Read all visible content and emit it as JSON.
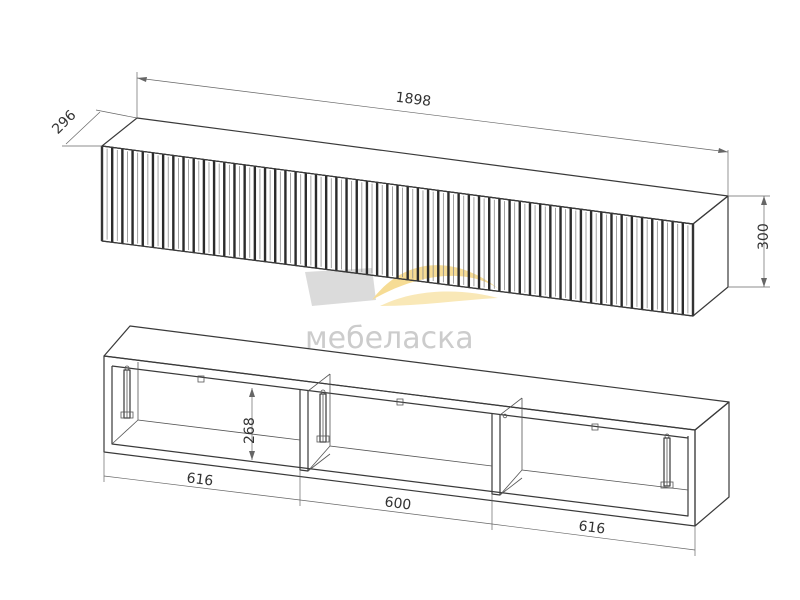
{
  "watermark": {
    "text": "мебеласка",
    "accent": "#f6d98a",
    "gray": "#cfcfcf"
  },
  "dimensions": {
    "width": "1898",
    "depth": "296",
    "height": "300",
    "inner_height": "268",
    "left_section": "616",
    "middle_section": "600",
    "right_section": "616"
  },
  "colors": {
    "line": "#3a3a3a",
    "fluting": "#2b2b2b",
    "background": "#ffffff"
  }
}
